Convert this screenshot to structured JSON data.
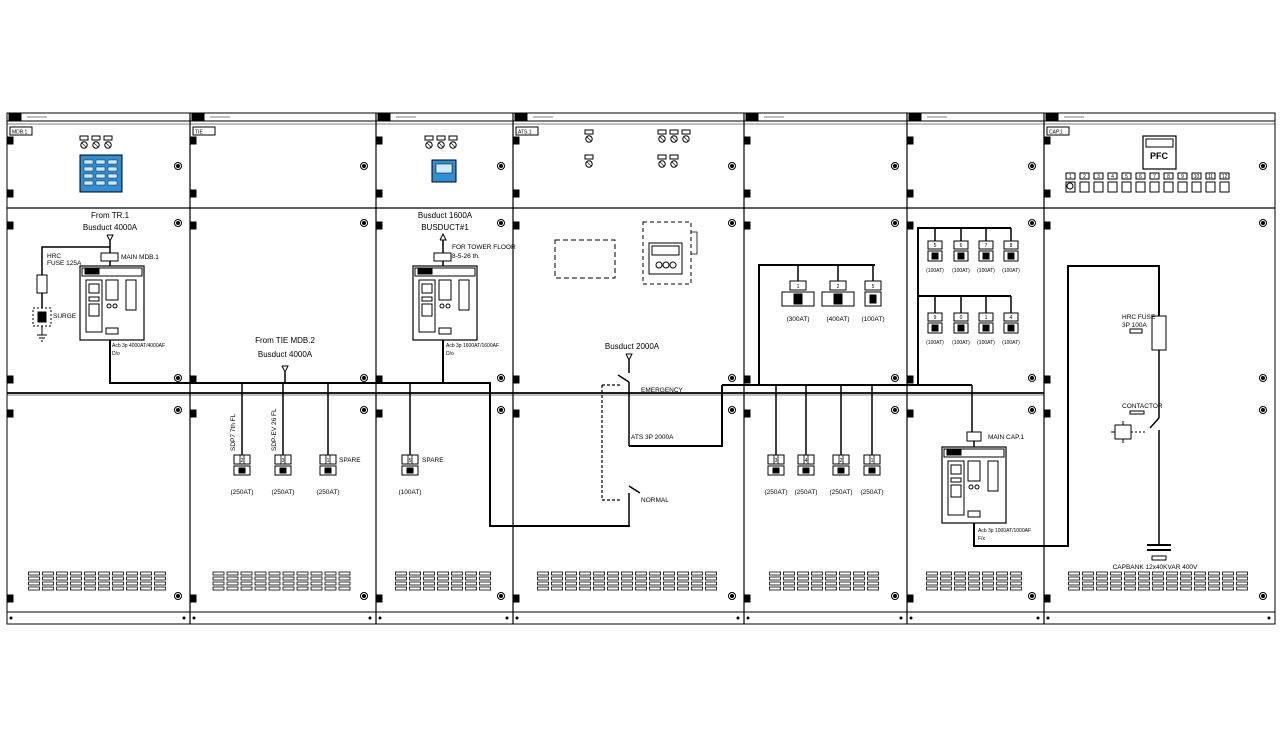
{
  "sections": [
    {
      "tag": "MDB.1",
      "nameplate": ""
    },
    {
      "tag": "TIE",
      "nameplate": ""
    },
    {
      "tag": "",
      "nameplate": ""
    },
    {
      "tag": "ATS.1",
      "nameplate": ""
    },
    {
      "tag": "",
      "nameplate": ""
    },
    {
      "tag": "",
      "nameplate": ""
    },
    {
      "tag": "CAP.1",
      "nameplate": ""
    }
  ],
  "mdb": {
    "from": "From TR.1",
    "busduct": "Busduct 4000A",
    "main_label": "MAIN MDB.1",
    "fuse1": "HRC",
    "fuse2": "FUSE 125A",
    "surge": "SURGE",
    "acb1": "Acb 3p 4000AT/4000AF",
    "acb2": "D/o"
  },
  "tie": {
    "from": "From TIE MDB.2",
    "busduct": "Busduct 4000A",
    "feeders": [
      {
        "code": "2",
        "vertical": "SDP7 7th FL",
        "rating": "(250AT)"
      },
      {
        "code": "3",
        "vertical": "SDP-EV 26 FL",
        "rating": "(250AT)"
      },
      {
        "code": "1",
        "label": "SPARE",
        "rating": "(250AT)"
      }
    ]
  },
  "busduct_sec": {
    "busduct": "Busduct 1600A",
    "bus": "BUSDUCT#1",
    "tower1": "FOR TOWER FLOOR",
    "tower2": "8-5-26 th.",
    "acb1": "Acb 3p 1600AT/1600AF",
    "acb2": "D/o",
    "feeder": {
      "code": "5",
      "label": "SPARE",
      "rating": "(100AT)"
    }
  },
  "ats": {
    "busduct": "Busduct 2000A",
    "emergency": "EMERGENCY",
    "ats_label": "ATS 3P 2000A",
    "normal": "NORMAL"
  },
  "dist": {
    "top": [
      {
        "code": "1",
        "rating": "(300AT)"
      },
      {
        "code": "2",
        "rating": "(400AT)"
      },
      {
        "code": "5",
        "rating": "(100AT)"
      }
    ],
    "bottom": [
      {
        "code": "3",
        "rating": "(250AT)"
      },
      {
        "code": "4",
        "rating": "(250AT)"
      },
      {
        "code": "2",
        "rating": "(250AT)"
      },
      {
        "code": "1",
        "rating": "(250AT)"
      }
    ]
  },
  "small": {
    "row1": [
      {
        "code": "5",
        "rating": "(100AT)"
      },
      {
        "code": "6",
        "rating": "(100AT)"
      },
      {
        "code": "7",
        "rating": "(100AT)"
      },
      {
        "code": "8",
        "rating": "(100AT)"
      }
    ],
    "row2": [
      {
        "code": "9",
        "rating": "(100AT)"
      },
      {
        "code": "0",
        "rating": "(100AT)"
      },
      {
        "code": "1",
        "rating": "(100AT)"
      },
      {
        "code": "4",
        "rating": "(100AT)"
      }
    ],
    "main_cap": "MAIN CAP.1",
    "acb1": "Acb 3p 1000AT/1000AF",
    "acb2": "F/x"
  },
  "cap": {
    "pfc": "PFC",
    "fuse1": "HRC FUSE",
    "fuse2": "3P 100A",
    "contactor": "CONTACTOR",
    "capbank": "CAPBANK 12x40KVAR 400V",
    "steps": [
      "1",
      "2",
      "3",
      "4",
      "5",
      "6",
      "7",
      "8",
      "9",
      "10",
      "11",
      "12"
    ]
  },
  "colors": {
    "line": "#000000",
    "meter_blue": "#2e8fd6",
    "panel_bg": "#ffffff"
  }
}
